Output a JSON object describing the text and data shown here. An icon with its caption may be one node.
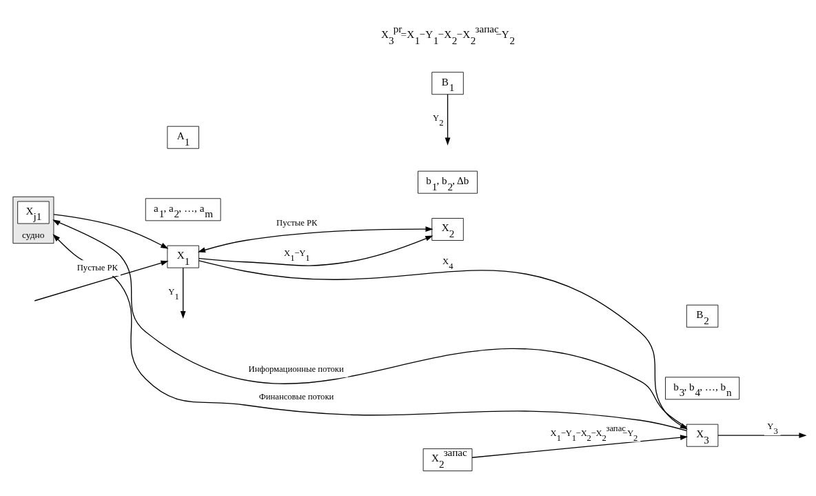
{
  "diagram": {
    "nodes": [
      {
        "text": [
          "судно"
        ]
      },
      {
        "text": [
          "X$_{j1}$"
        ],
        "in": 0
      },
      {
        "text": [
          "X$_{1}$"
        ]
      },
      {
        "text": [
          "X$_{2}$"
        ]
      },
      {
        "text": [
          "X$_{2}$$^{запас}$"
        ]
      },
      {
        "text": [
          "X$_{3}$"
        ]
      },
      {
        "text": [
          "A$_{1}$"
        ]
      },
      {
        "text": [
          "a$_{1}$, a$_{2}$, …, a$_{m}$"
        ]
      },
      {
        "text": [
          "B$_{1}$"
        ]
      },
      {
        "text": [
          "b$_{1}$, b$_{2}$, Δb"
        ]
      },
      {
        "text": [
          "B$_{2}$"
        ]
      },
      {
        "text": [
          "b$_{3}$, b$_{4}$, …, b$_{n}$"
        ]
      }
    ],
    "edges": [
      {
        "from": 0,
        "to": 2,
        "arrow": "to"
      },
      {
        "from": null,
        "to": 2,
        "arrow": "to",
        "label": "Пустые РК"
      },
      {
        "from": 2,
        "to": null,
        "arrow": "to",
        "label": "Y$_{1}$"
      },
      {
        "from": 2,
        "to": 3,
        "arrow": "both",
        "label": "Пустые РК"
      },
      {
        "from": 2,
        "to": 3,
        "arrow": "to",
        "label": "X$_{1}$−Y$_{1}$"
      },
      {
        "from": 2,
        "to": 5,
        "arrow": "to",
        "label": "X$_{4}$"
      },
      {
        "from": 8,
        "to": null,
        "arrow": "to",
        "label": "Y$_{2}$"
      },
      {
        "from": 4,
        "to": 5,
        "arrow": "to",
        "label": "X$_{1}$−Y$_{1}$−X$_{2}$−X$_{2}$$^{запас}$−Y$_{2}$"
      },
      {
        "from": 5,
        "to": null,
        "arrow": "to",
        "label": "Y$_{3}$"
      },
      {
        "from": 5,
        "to": 0,
        "arrow": "to",
        "label": "Информационные потоки"
      },
      {
        "from": 5,
        "to": 0,
        "arrow": "to",
        "label": "Финансовые потоки"
      }
    ],
    "labels": [
      "X$_{3}$$^{pr}$=X$_{1}$−Y$_{1}$−X$_{2}$−X$_{2}$$^{запас}$−Y$_{2}$"
    ]
  }
}
